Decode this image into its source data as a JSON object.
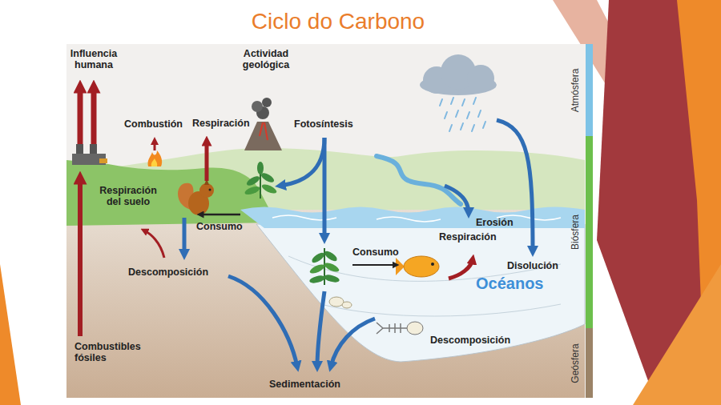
{
  "diagram": {
    "title": "Ciclo do Carbono",
    "nodes": [
      {
        "text": [
          "Atmósfera"
        ]
      },
      {
        "text": [
          "Biósfera"
        ]
      },
      {
        "text": [
          "Geósfera"
        ]
      }
    ],
    "labels": [
      "Influencia humana",
      "Actividad geológica",
      "Combustión",
      "Respiración",
      "Fotosíntesis",
      "Respiración del suelo",
      "Consumo",
      "Erosión",
      "Consumo",
      "Respiración",
      "Descomposición",
      "Disolución",
      "Océanos",
      "Descomposición",
      "Combustibles fósiles",
      "Sedimentación"
    ]
  }
}
